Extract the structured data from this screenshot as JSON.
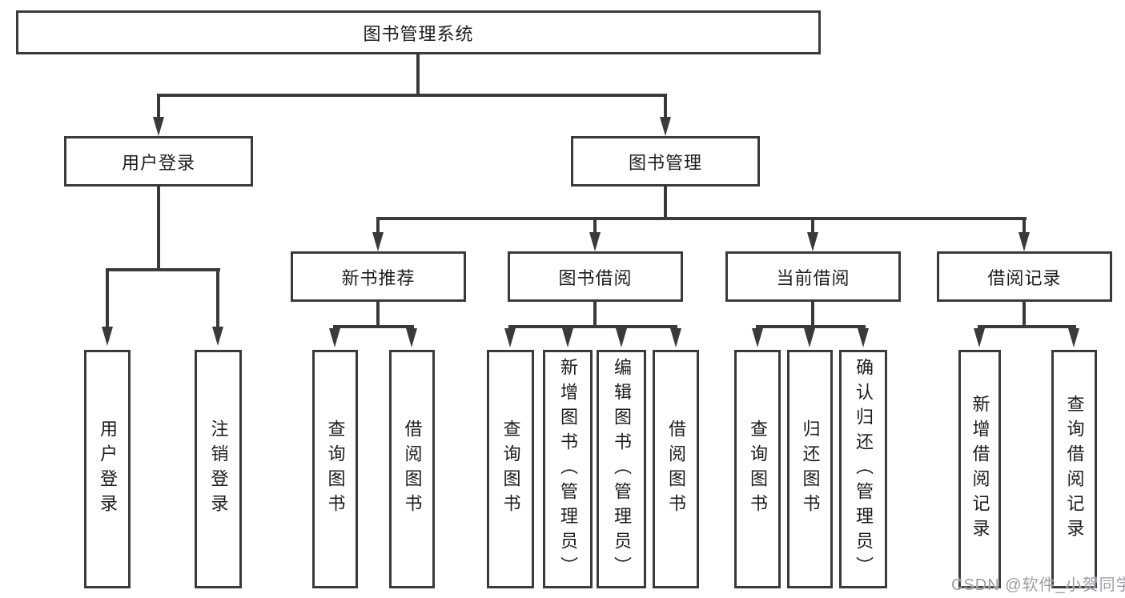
{
  "diagram": {
    "root_label": "图书管理系统",
    "level2": [
      {
        "label": "用户登录"
      },
      {
        "label": "图书管理"
      }
    ],
    "user_login_leaves": [
      {
        "label": "用户登录"
      },
      {
        "label": "注销登录"
      }
    ],
    "modules": [
      {
        "label": "新书推荐",
        "leaves": [
          {
            "label": "查询图书"
          },
          {
            "label": "借阅图书"
          }
        ]
      },
      {
        "label": "图书借阅",
        "leaves": [
          {
            "label": "查询图书"
          },
          {
            "label": "新增图书（管理员）"
          },
          {
            "label": "编辑图书（管理员）"
          },
          {
            "label": "借阅图书"
          }
        ]
      },
      {
        "label": "当前借阅",
        "leaves": [
          {
            "label": "查询图书"
          },
          {
            "label": "归还图书"
          },
          {
            "label": "确认归还（管理员）"
          }
        ]
      },
      {
        "label": "借阅记录",
        "leaves": [
          {
            "label": "新增借阅记录"
          },
          {
            "label": "查询借阅记录"
          }
        ]
      }
    ]
  },
  "watermark": "CSDN @软件_小贺同学",
  "colors": {
    "line": "#3a3a3a",
    "box_background": "#ffffff",
    "text": "#1c1c1c",
    "watermark": "#999da3"
  }
}
